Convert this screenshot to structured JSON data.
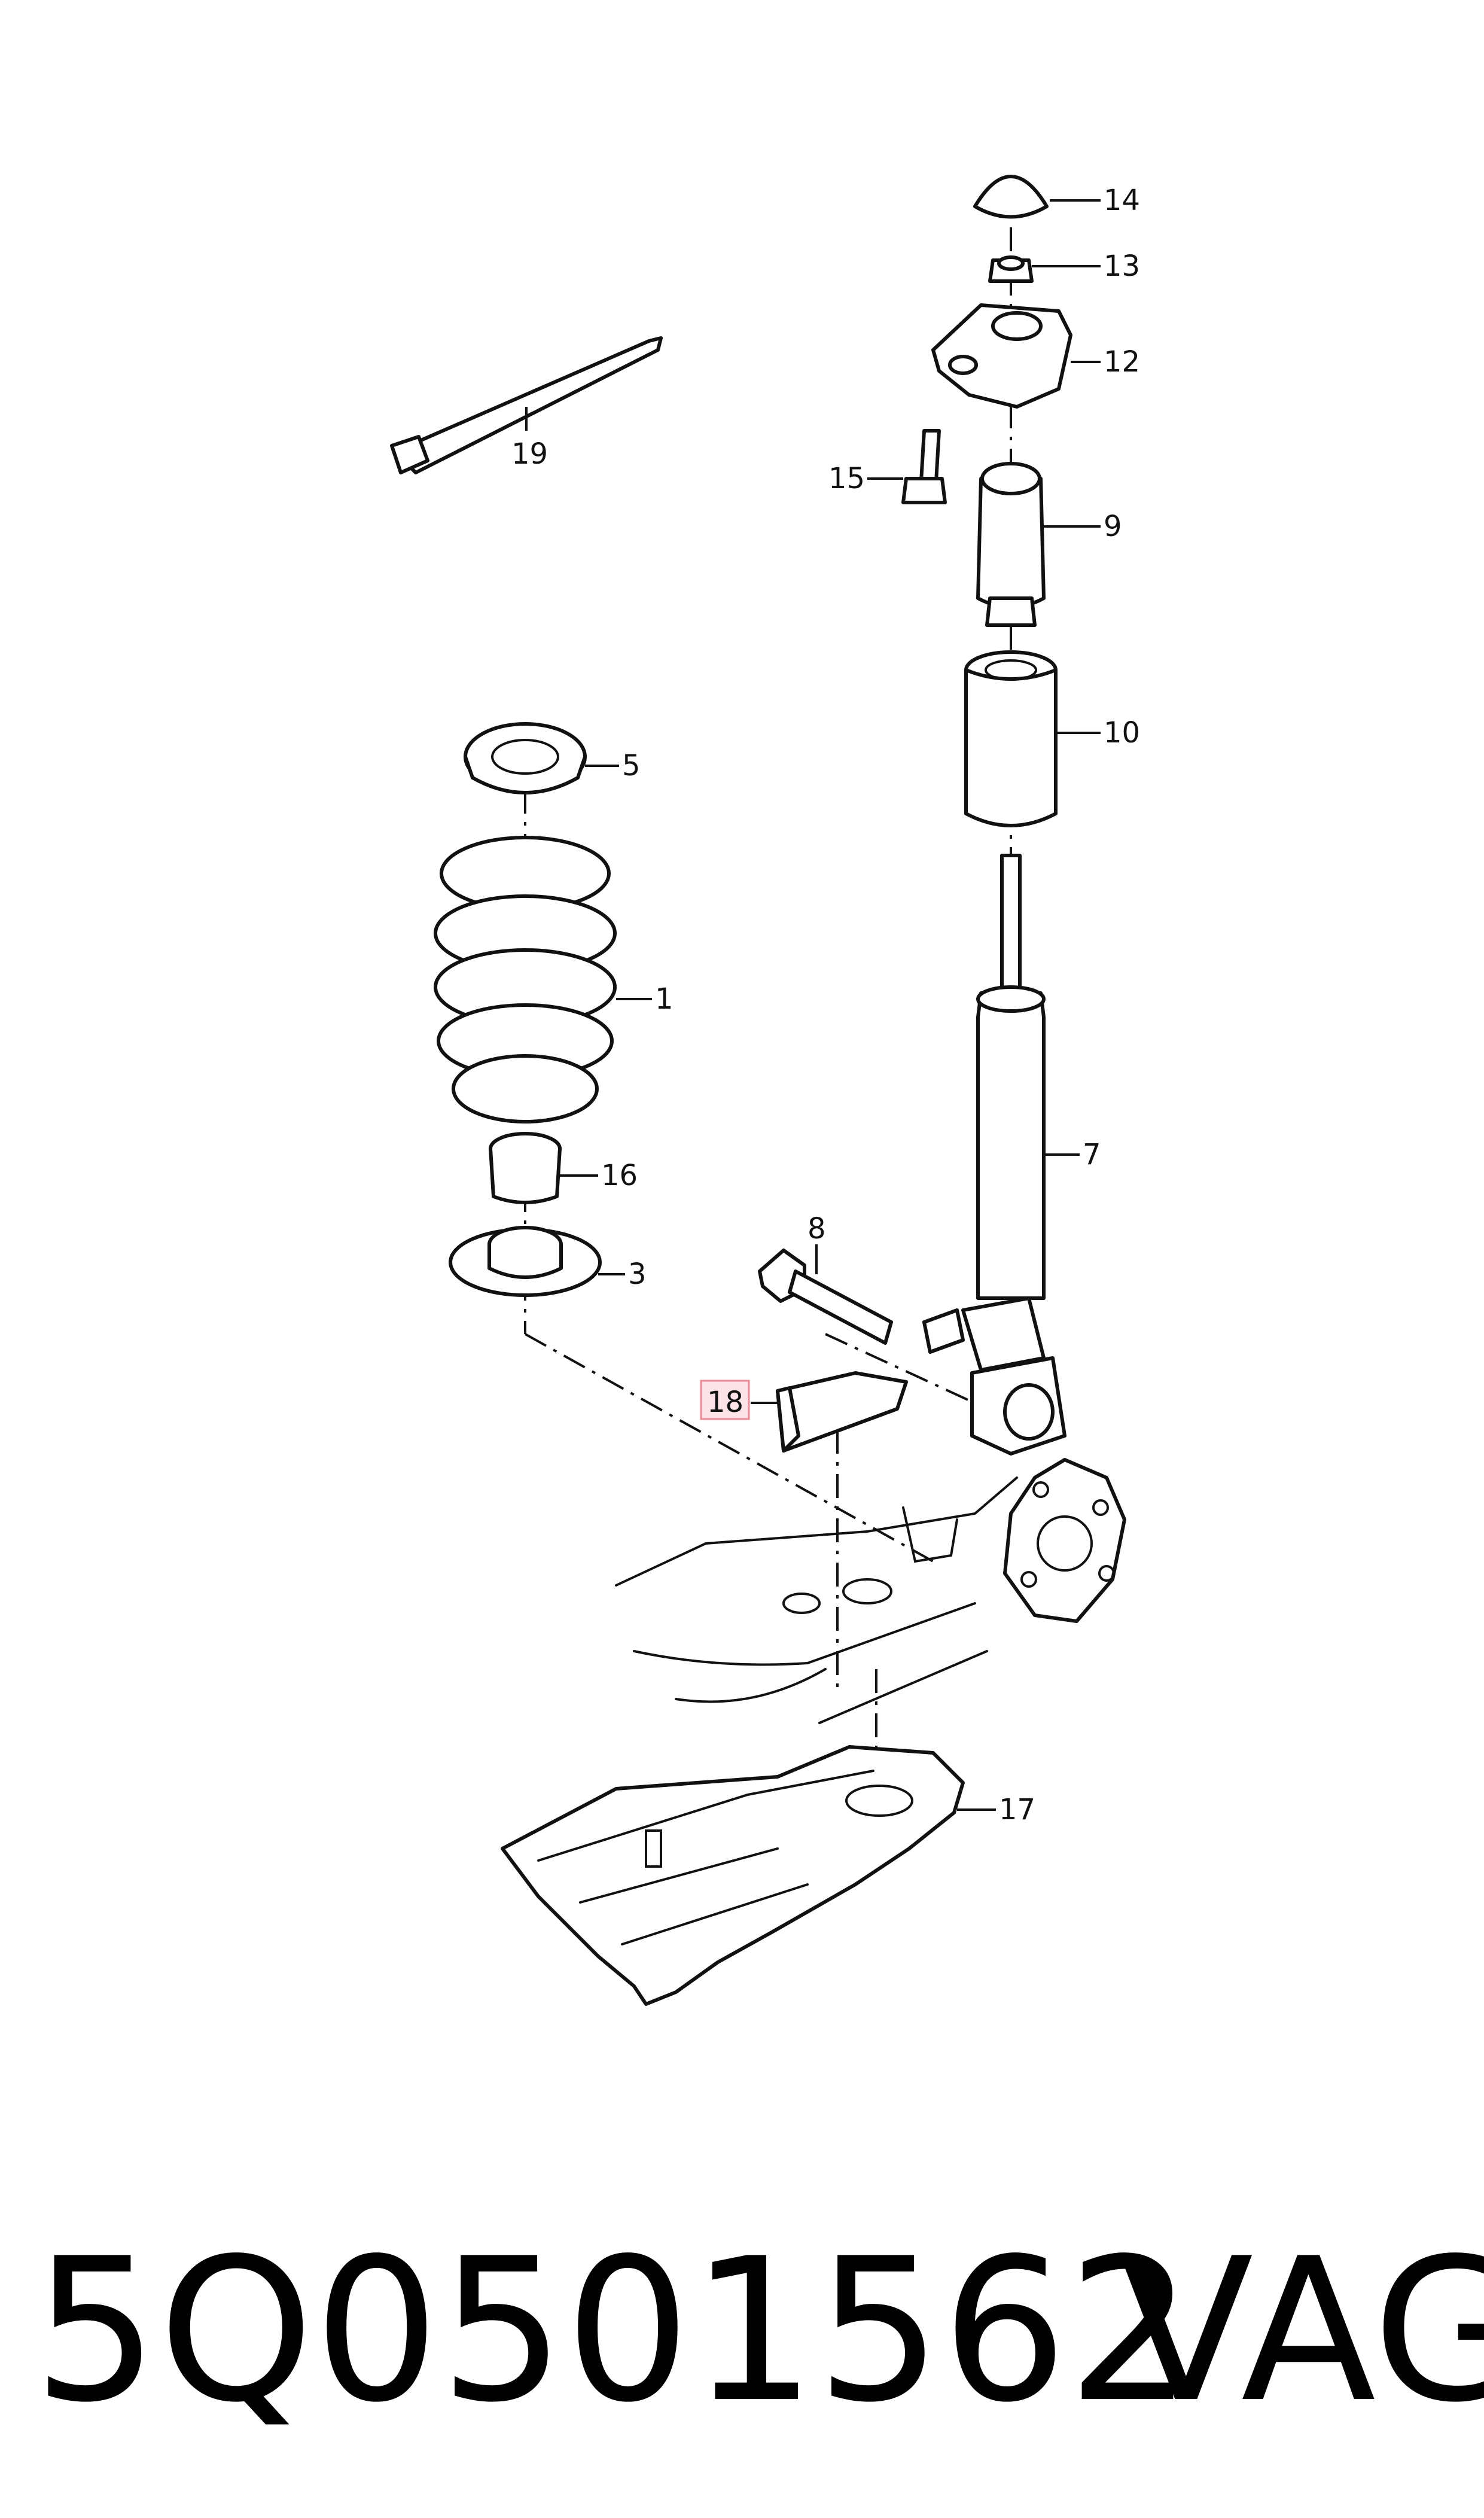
{
  "callouts": [
    {
      "id": "1",
      "label": "1"
    },
    {
      "id": "3",
      "label": "3"
    },
    {
      "id": "5",
      "label": "5"
    },
    {
      "id": "7",
      "label": "7"
    },
    {
      "id": "8",
      "label": "8"
    },
    {
      "id": "9",
      "label": "9"
    },
    {
      "id": "10",
      "label": "10"
    },
    {
      "id": "12",
      "label": "12"
    },
    {
      "id": "13",
      "label": "13"
    },
    {
      "id": "14",
      "label": "14"
    },
    {
      "id": "15",
      "label": "15"
    },
    {
      "id": "16",
      "label": "16"
    },
    {
      "id": "17",
      "label": "17"
    },
    {
      "id": "18",
      "label": "18",
      "highlighted": true
    },
    {
      "id": "19",
      "label": "19"
    }
  ],
  "highlight_color": "#e88a99",
  "highlight_fill": "#fbe3e7",
  "footer": {
    "part_number": "5Q0501562",
    "brand": "VAG"
  }
}
